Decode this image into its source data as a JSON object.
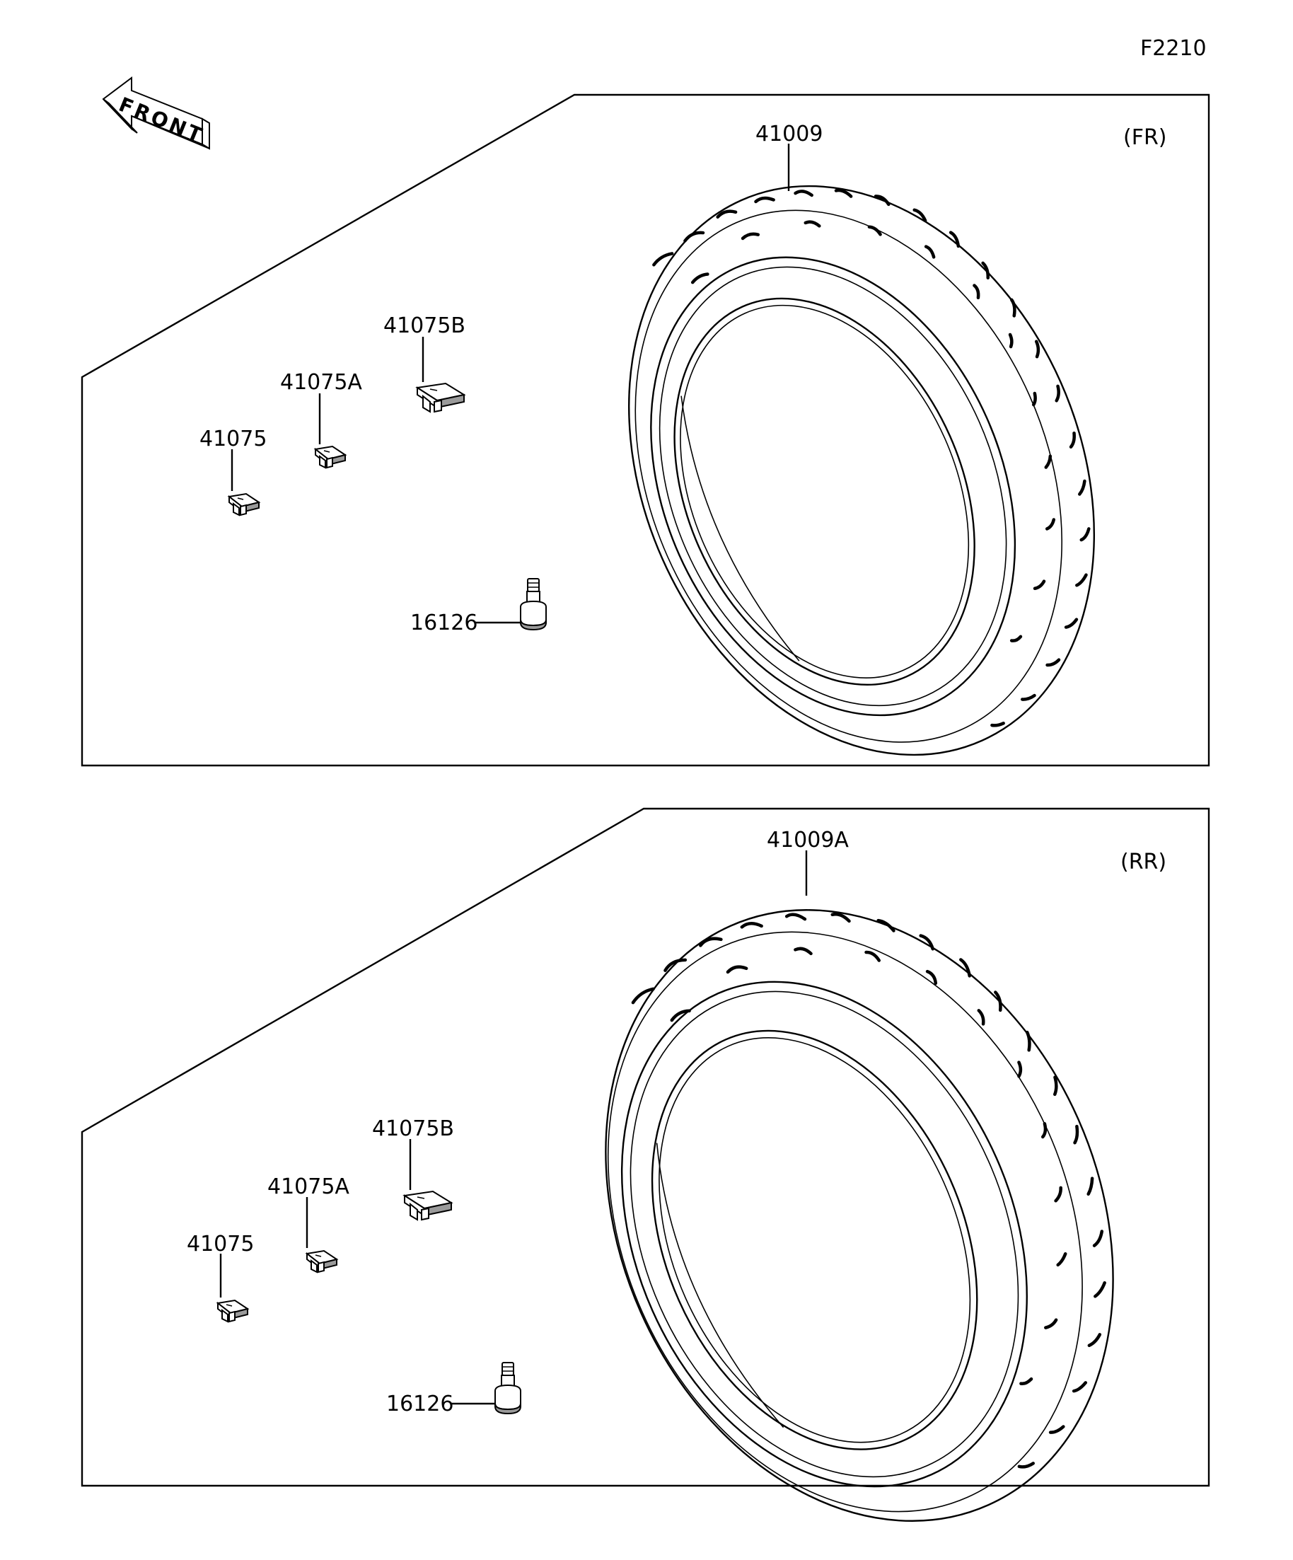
{
  "figure_code": "F2210",
  "front_arrow_label": "FRONT",
  "panels": [
    {
      "position": "(FR)",
      "tire_part_no": "41009",
      "weights": [
        "41075",
        "41075A",
        "41075B"
      ],
      "valve_part_no": "16126"
    },
    {
      "position": "(RR)",
      "tire_part_no": "41009A",
      "weights": [
        "41075",
        "41075A",
        "41075B"
      ],
      "valve_part_no": "16126"
    }
  ]
}
